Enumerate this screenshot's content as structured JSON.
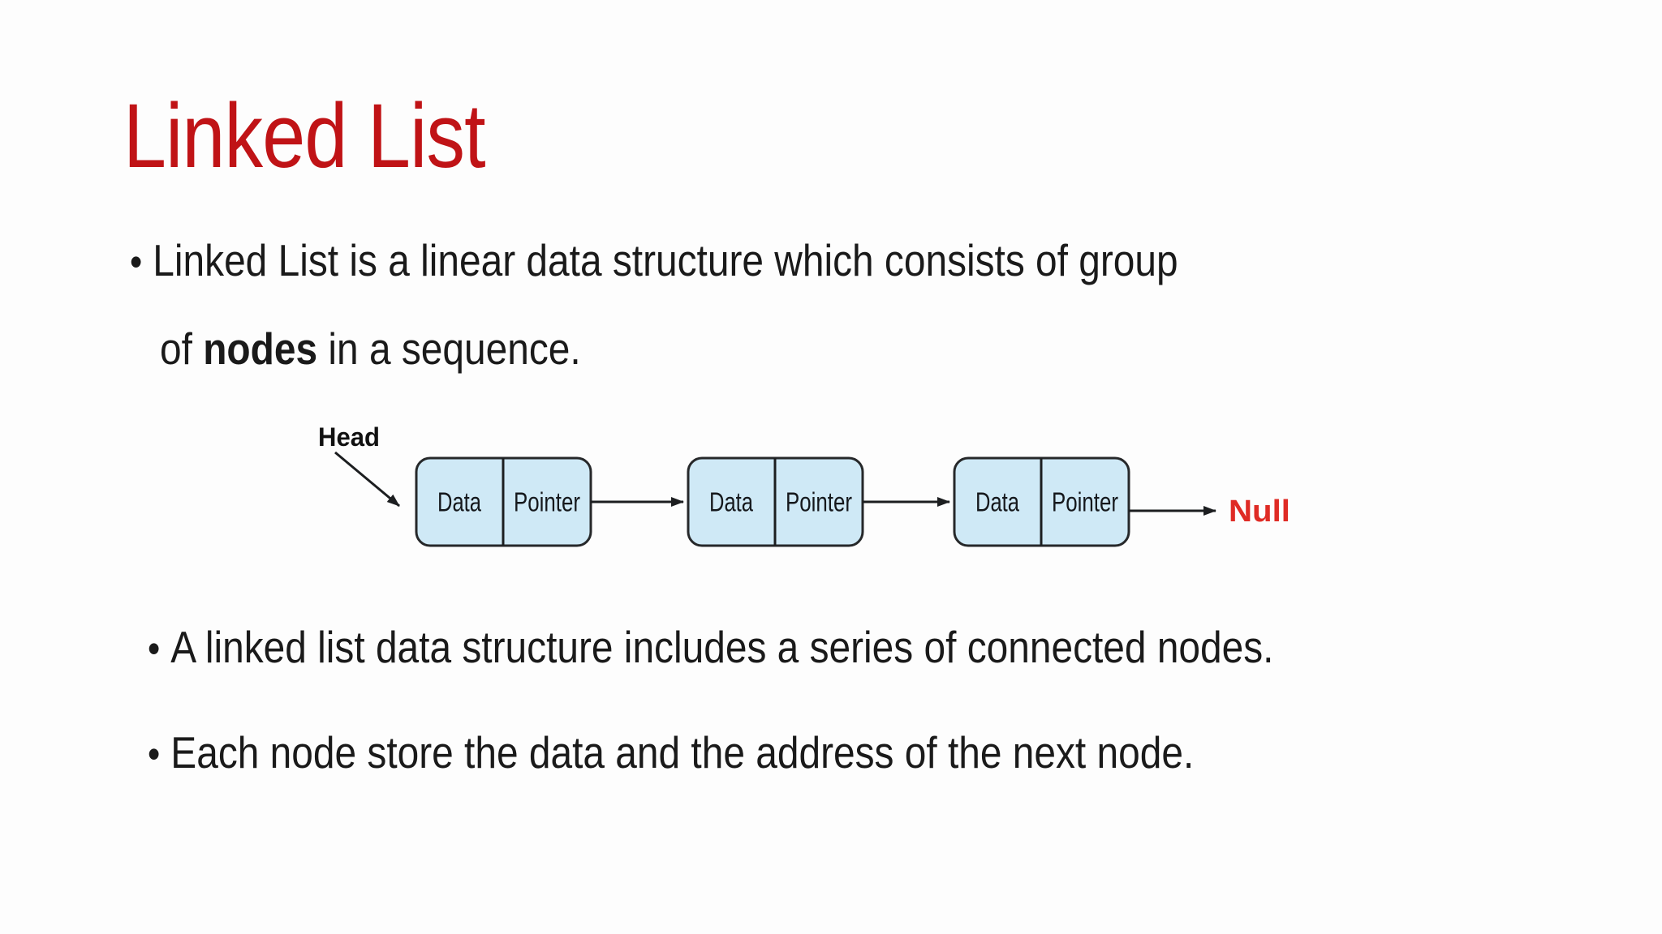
{
  "slide": {
    "title": "Linked List",
    "bullet_glyph": "•",
    "colors": {
      "title_red": "#c01316",
      "null_red": "#df2b25",
      "node_fill": "#cfe9f6",
      "node_border": "#26282a",
      "body_text": "#1a1a1a",
      "background": "#fdfdfd"
    },
    "bullets_top": {
      "line1": "Linked List is a linear data structure which consists of group",
      "line2_pre": "of ",
      "line2_bold": "nodes",
      "line2_post": " in a sequence."
    },
    "bullets_bottom": [
      {
        "text": "A linked list data structure includes a series of connected nodes."
      },
      {
        "text": "Each node store the data and the address of the next node."
      }
    ],
    "diagram": {
      "head_label": "Head",
      "null_label": "Null",
      "nodes": [
        {
          "data_label": "Data",
          "pointer_label": "Pointer"
        },
        {
          "data_label": "Data",
          "pointer_label": "Pointer"
        },
        {
          "data_label": "Data",
          "pointer_label": "Pointer"
        }
      ]
    }
  }
}
